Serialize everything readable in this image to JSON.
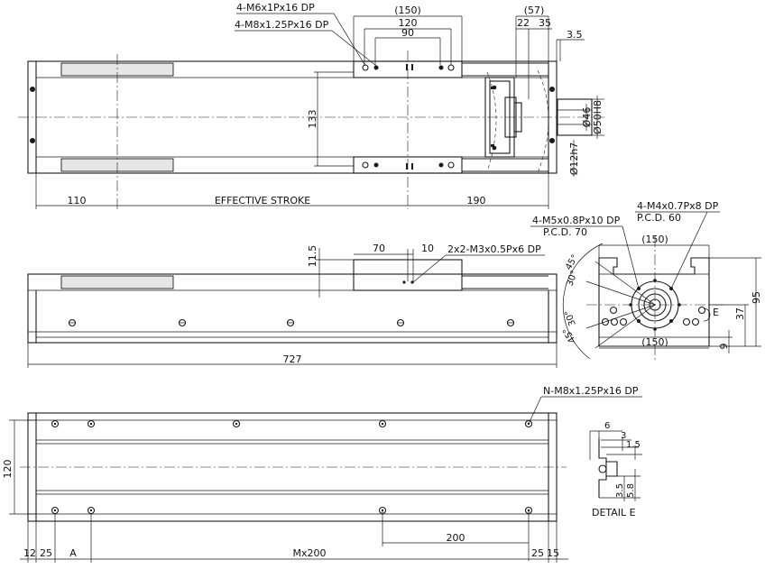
{
  "top_view": {
    "callout_m6": "4-M6x1Px16 DP",
    "callout_m8": "4-M8x1.25Px16 DP",
    "dim_150": "(150)",
    "dim_120": "120",
    "dim_90": "90",
    "dim_57": "(57)",
    "dim_22": "22",
    "dim_35": "35",
    "dim_3_5": "3.5",
    "dim_133": "133",
    "dim_phi46": "Ø46",
    "dim_phi50": "Ø50H8",
    "dim_phi12": "Ø12h7",
    "dim_110": "110",
    "stroke_label": "EFFECTIVE STROKE",
    "dim_190": "190"
  },
  "side_view": {
    "dim_70": "70",
    "dim_10": "10",
    "dim_11_5": "11.5",
    "callout_m3": "2x2-M3x0.5Px6 DP",
    "dim_727": "727"
  },
  "end_view": {
    "callout_m5": "4-M5x0.8Px10 DP",
    "pcd_70": "P.C.D. 70",
    "callout_m4": "4-M4x0.7Px8 DP",
    "pcd_60": "P.C.D. 60",
    "dim_150_top": "(150)",
    "dim_150_bot": "(150)",
    "dim_95": "95",
    "dim_37": "37",
    "dim_9": "9",
    "label_e": "E",
    "ang_45a": "45°",
    "ang_30a": "30°",
    "ang_30b": "30°",
    "ang_45b": "45°"
  },
  "bottom_view": {
    "callout_n": "N-M8x1.25Px16 DP",
    "dim_120": "120",
    "dim_200": "200",
    "dim_12": "12",
    "dim_25a": "25",
    "dim_a": "A",
    "dim_mx200": "Mx200",
    "dim_25b": "25",
    "dim_15": "15"
  },
  "detail": {
    "dim_6": "6",
    "dim_3": "3",
    "dim_1_5": "1.5",
    "dim_3_5": "3.5",
    "dim_5_8": "5.8",
    "title": "DETAIL E"
  }
}
